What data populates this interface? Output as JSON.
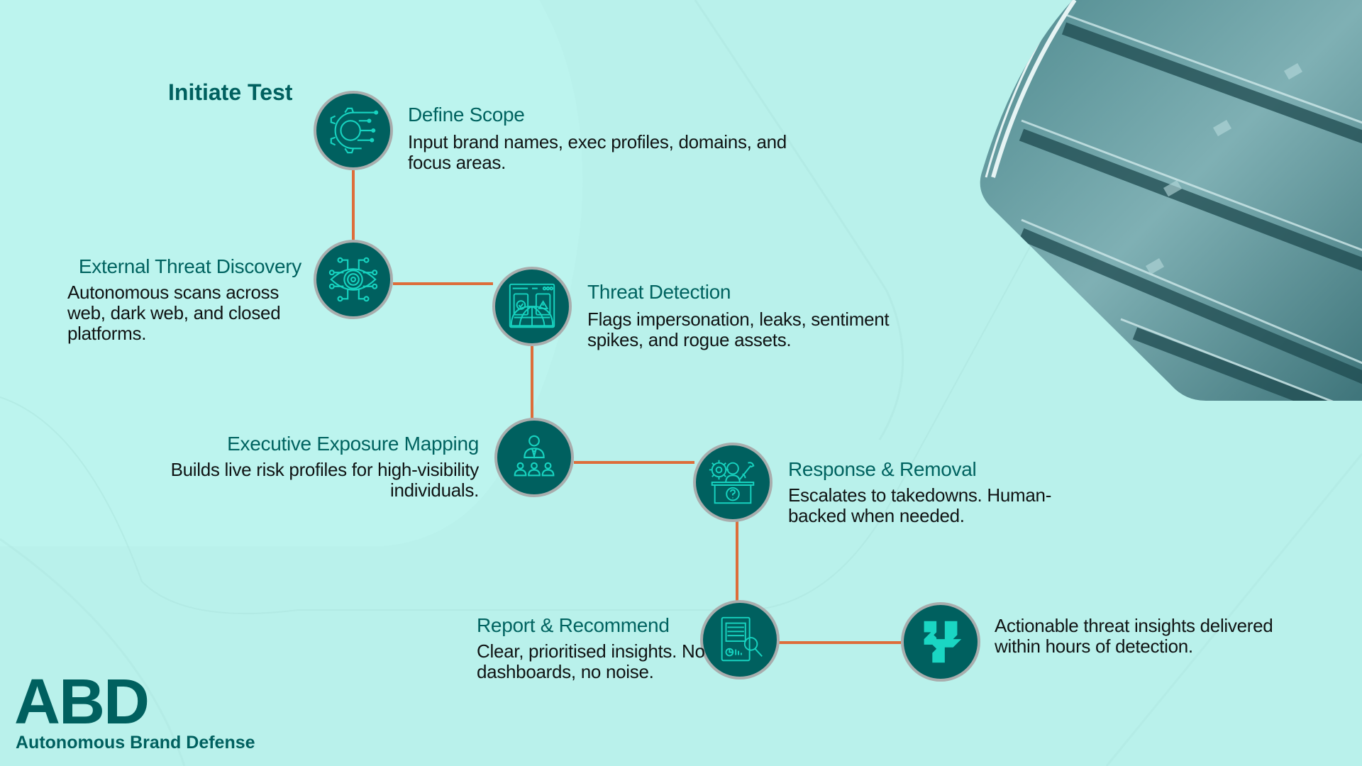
{
  "colors": {
    "background": "#b9f1eb",
    "node_fill": "#00605f",
    "node_border": "#a9adad",
    "icon_stroke": "#17d3c0",
    "connector": "#dd6d3a",
    "title_text": "#006360",
    "body_text": "#101414"
  },
  "heading": "Initiate Test",
  "steps": [
    {
      "title": "Define Scope",
      "description": "Input brand names, exec profiles, domains, and focus areas.",
      "icon": "gear-circuit-icon"
    },
    {
      "title": "External Threat Discovery",
      "description": "Autonomous scans across web, dark web, and closed platforms.",
      "icon": "eye-circuit-icon"
    },
    {
      "title": "Threat Detection",
      "description": "Flags impersonation, leaks, sentiment spikes, and rogue assets.",
      "icon": "browser-globe-alert-icon"
    },
    {
      "title": "Executive Exposure Mapping",
      "description": "Builds live risk profiles for high-visibility individuals.",
      "icon": "executive-team-icon"
    },
    {
      "title": "Response & Removal",
      "description": "Escalates to takedowns. Human-backed when needed.",
      "icon": "support-agent-tools-icon"
    },
    {
      "title": "Report & Recommend",
      "description": "Clear, prioritised insights. No dashboards, no noise.",
      "icon": "report-magnifier-icon"
    }
  ],
  "outcome": {
    "description": "Actionable threat insights delivered within hours of detection.",
    "icon": "brand-logo-icon"
  },
  "brand": {
    "abbr": "ABD",
    "name": "Autonomous Brand Defense"
  }
}
